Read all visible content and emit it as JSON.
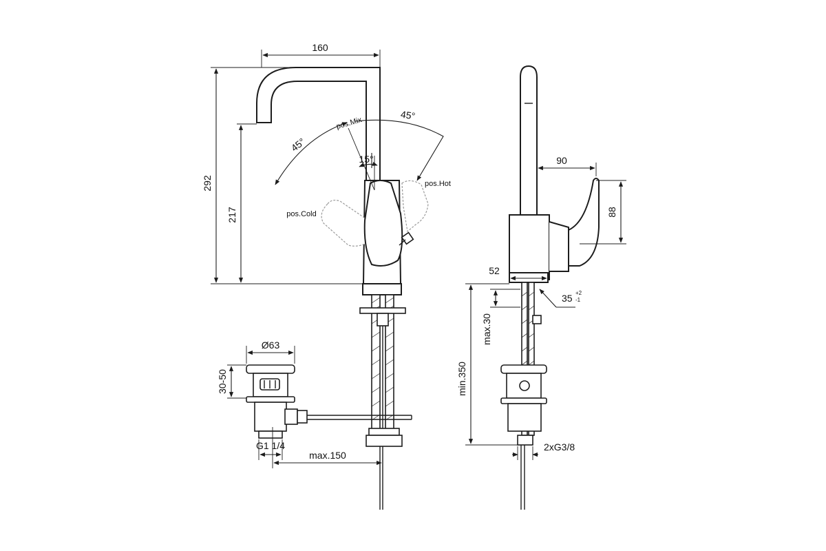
{
  "front_view": {
    "spout_reach": "160",
    "total_height": "292",
    "spout_height": "217",
    "lever_mix_label": "pos.Mix",
    "lever_hot_label": "pos.Hot",
    "lever_cold_label": "pos.Cold",
    "angle_cold": "45°",
    "angle_hot": "45°",
    "angle_mix": "15°"
  },
  "waste": {
    "diameter": "Ø63",
    "height_range": "30-50",
    "thread": "G1 1/4",
    "rod_length": "max.150"
  },
  "side_view": {
    "lever_projection": "90",
    "lever_height": "88",
    "base_width": "52",
    "hole_diameter": "35",
    "hole_tol_plus": "+2",
    "hole_tol_minus": "-1",
    "deck_thickness": "max.30",
    "hose_length": "min.350",
    "connection": "2xG3/8"
  }
}
